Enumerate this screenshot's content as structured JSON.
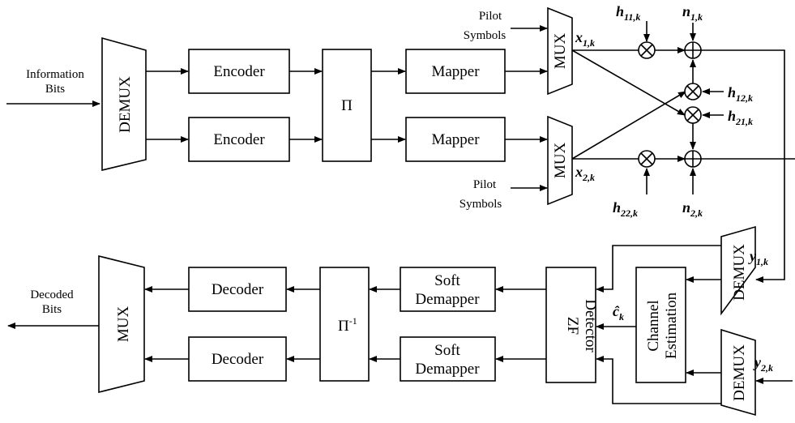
{
  "blocks": {
    "demux_in": "DEMUX",
    "encoder": "Encoder",
    "interleaver": "Π",
    "mapper": "Mapper",
    "mux_tx": "MUX",
    "demux_rx": "DEMUX",
    "channel_est_1": "Channel",
    "channel_est_2": "Estimation",
    "zf_1": "ZF",
    "zf_2": "Detector",
    "soft": "Soft",
    "demapper": "Demapper",
    "deinterleaver": "Π",
    "deinterleaver_sup": "-1",
    "decoder": "Decoder",
    "mux_out": "MUX"
  },
  "labels": {
    "info_1": "Information",
    "info_2": "Bits",
    "decoded_1": "Decoded",
    "decoded_2": "Bits",
    "pilot_1": "Pilot",
    "pilot_2": "Symbols"
  },
  "symbols": {
    "x": "x",
    "x1": "1,k",
    "x2": "2,k",
    "h": "h",
    "h11": "11,k",
    "h12": "12,k",
    "h21": "21,k",
    "h22": "22,k",
    "n": "n",
    "n1": "1,k",
    "n2": "2,k",
    "y": "y",
    "y1": "1,k",
    "y2": "2,k",
    "c": "ĉ",
    "ck": "k"
  }
}
